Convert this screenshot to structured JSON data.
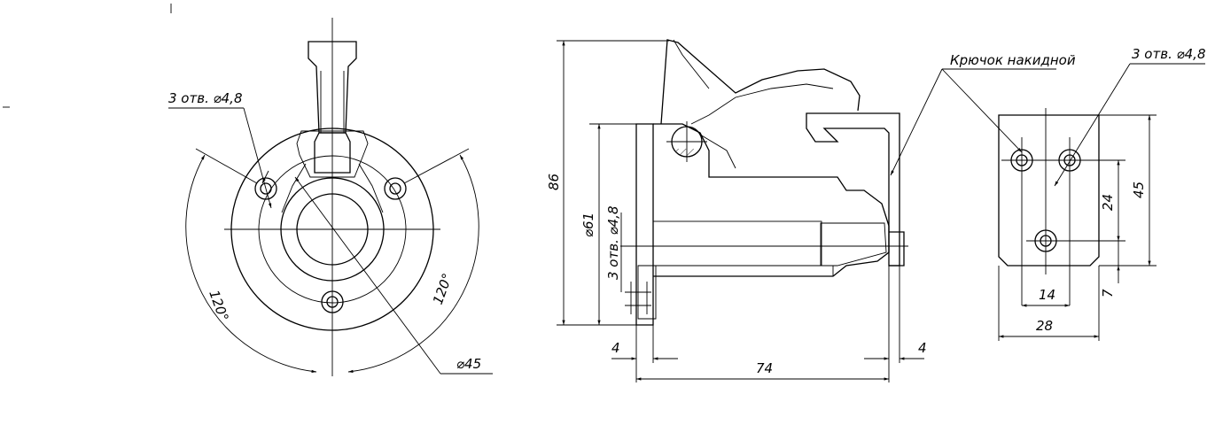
{
  "front_view": {
    "holes_label": "3 отв. ⌀4,8",
    "angle_left": "120°",
    "angle_right": "120°",
    "diameter_label": "⌀45"
  },
  "side_view": {
    "height_label": "86",
    "diameter_label": "⌀61",
    "holes_label": "3 отв. ⌀4,8",
    "flange_thickness_label": "4",
    "length_label": "74",
    "hook_thickness_label": "4"
  },
  "hook_view": {
    "callout_label": "Крючок накидной",
    "holes_label": "3 отв. ⌀4,8",
    "dim_24": "24",
    "dim_45": "45",
    "dim_14": "14",
    "dim_28": "28",
    "dim_7": "7"
  }
}
